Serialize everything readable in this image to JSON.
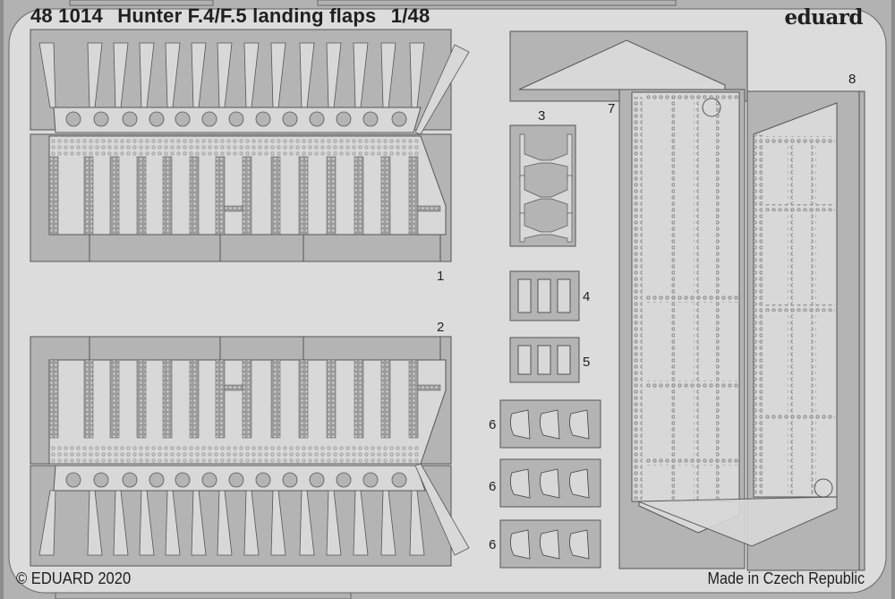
{
  "header": {
    "code": "48 1014",
    "product": "Hunter F.4/F.5 landing flaps",
    "scale": "1/48",
    "brand": "eduard"
  },
  "footer": {
    "copyright": "© EDUARD 2020",
    "origin": "Made in Czech Republic"
  },
  "part_numbers": [
    {
      "id": "1",
      "label": "1"
    },
    {
      "id": "2",
      "label": "2"
    },
    {
      "id": "3",
      "label": "3"
    },
    {
      "id": "4",
      "label": "4"
    },
    {
      "id": "5",
      "label": "5"
    },
    {
      "id": "6a",
      "label": "6"
    },
    {
      "id": "6b",
      "label": "6"
    },
    {
      "id": "6c",
      "label": "6"
    },
    {
      "id": "7",
      "label": "7"
    },
    {
      "id": "8",
      "label": "8"
    }
  ],
  "colors": {
    "fret_bg": "#dcdcdc",
    "frame": "#b4b4b4",
    "part_fill": "#d8d8d8",
    "outline": "#555555",
    "outer": "#8d8d8d"
  }
}
